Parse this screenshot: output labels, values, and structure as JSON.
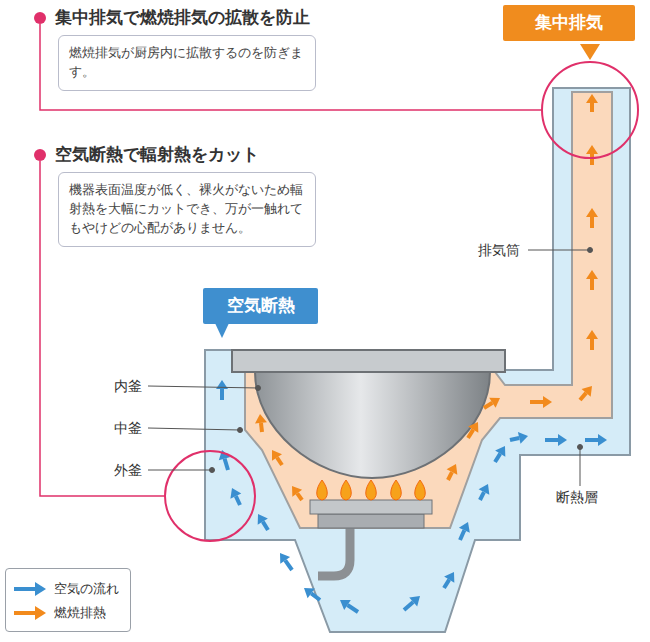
{
  "diagram": {
    "nodes": [
      {
        "text": [
          "集中排気で燃焼排気の拡散を防止",
          "燃焼排気が厨房内に拡散するのを防ぎます。"
        ]
      },
      {
        "text": [
          "空気断熱で輻射熱をカット",
          "機器表面温度が低く、裸火がないため輻射熱を大幅にカットでき、万が一触れてもやけどの心配がありません。"
        ]
      },
      {
        "text": [
          "集中排気"
        ]
      },
      {
        "text": [
          "空気断熱"
        ]
      }
    ],
    "edges": [],
    "labels": [
      "内釜",
      "中釜",
      "外釜",
      "排気筒",
      "断熱層"
    ],
    "legend": [
      {
        "text": "空気の流れ"
      },
      {
        "text": "燃焼排熱"
      }
    ]
  }
}
